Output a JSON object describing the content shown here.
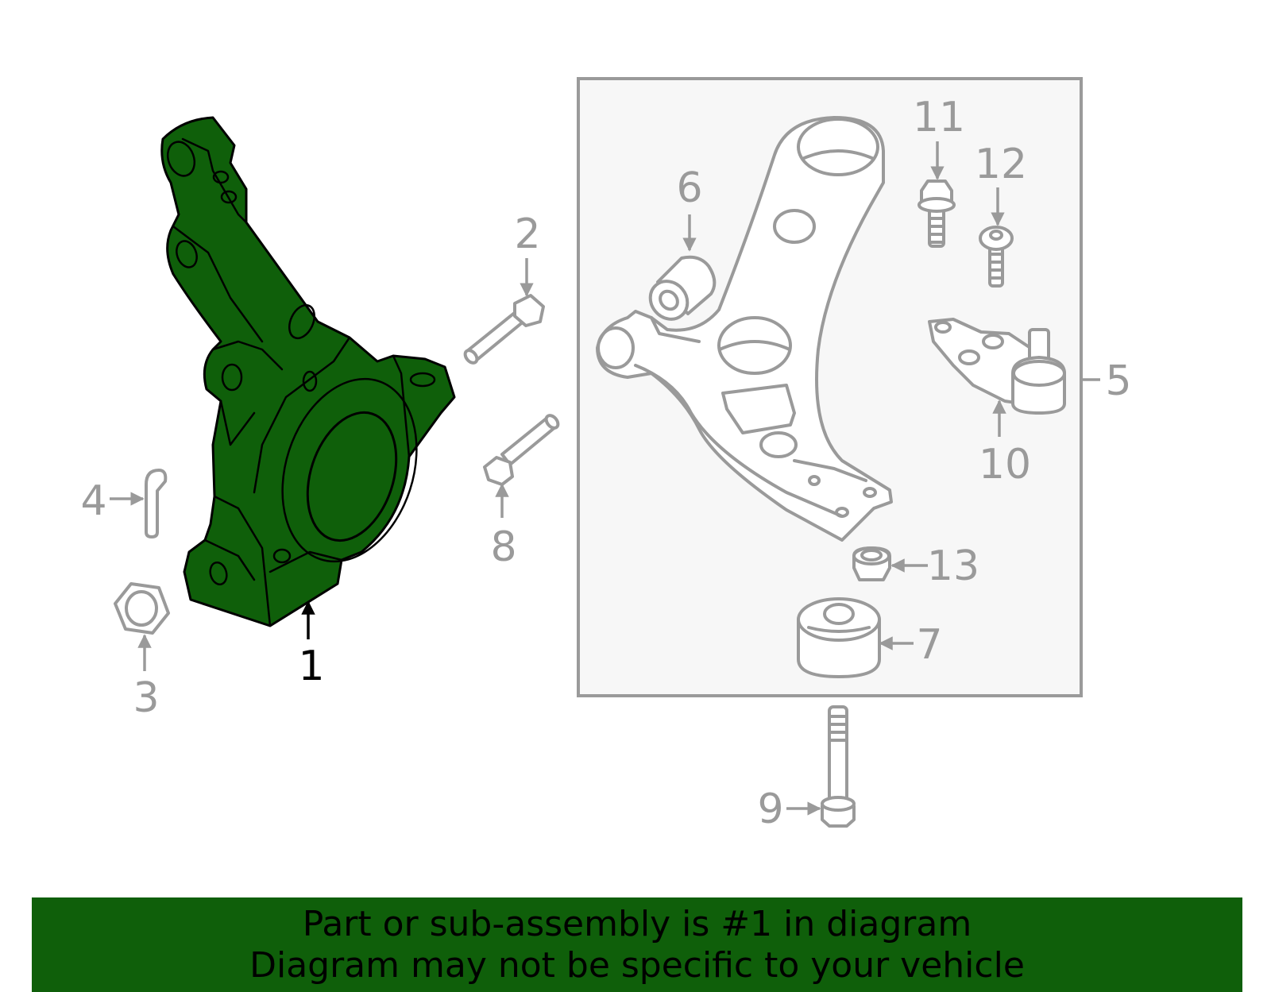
{
  "colors": {
    "highlight": "#0f5f0a",
    "parts_gray": "#9a9a9a",
    "box_bg": "#f7f7f7",
    "banner_bg": "#0f5f0a"
  },
  "callouts": {
    "c1": "1",
    "c2": "2",
    "c3": "3",
    "c4": "4",
    "c5": "5",
    "c6": "6",
    "c7": "7",
    "c8": "8",
    "c9": "9",
    "c10": "10",
    "c11": "11",
    "c12": "12",
    "c13": "13"
  },
  "banner": {
    "line1": "Part or sub-assembly is #1 in diagram",
    "line2": "Diagram may not be specific to your vehicle"
  }
}
